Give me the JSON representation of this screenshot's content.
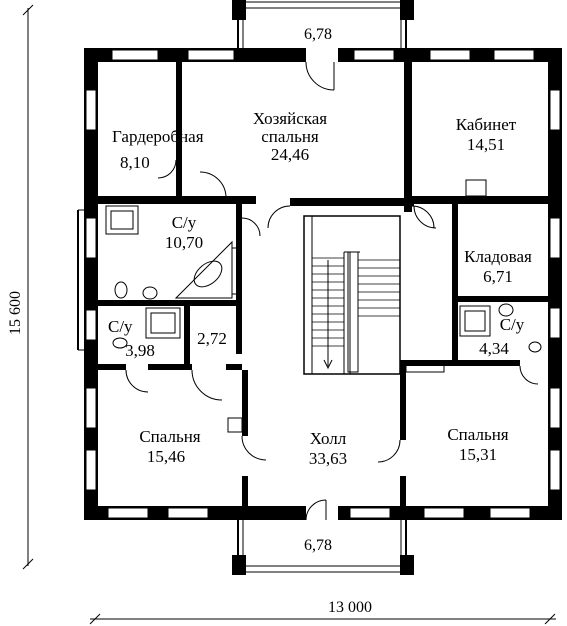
{
  "rooms": {
    "garderobnaya": {
      "name": "Гардеробная",
      "area": "8,10"
    },
    "master": {
      "name_line1": "Хозяйская",
      "name_line2": "спальня",
      "area": "24,46"
    },
    "kabinet": {
      "name": "Кабинет",
      "area": "14,51"
    },
    "su1": {
      "name": "С/у",
      "area": "10,70"
    },
    "kladovaya": {
      "name": "Кладовая",
      "area": "6,71"
    },
    "su2": {
      "name": "С/у",
      "area": "3,98"
    },
    "small": {
      "area": "2,72"
    },
    "su3": {
      "name": "С/у",
      "area": "4,34"
    },
    "bed_left": {
      "name": "Спальня",
      "area": "15,46"
    },
    "holl": {
      "name": "Холл",
      "area": "33,63"
    },
    "bed_right": {
      "name": "Спальня",
      "area": "15,31"
    }
  },
  "dimensions": {
    "balcony_top": "6,78",
    "balcony_bottom": "6,78",
    "overall_width": "13 000",
    "overall_height": "15 600"
  }
}
